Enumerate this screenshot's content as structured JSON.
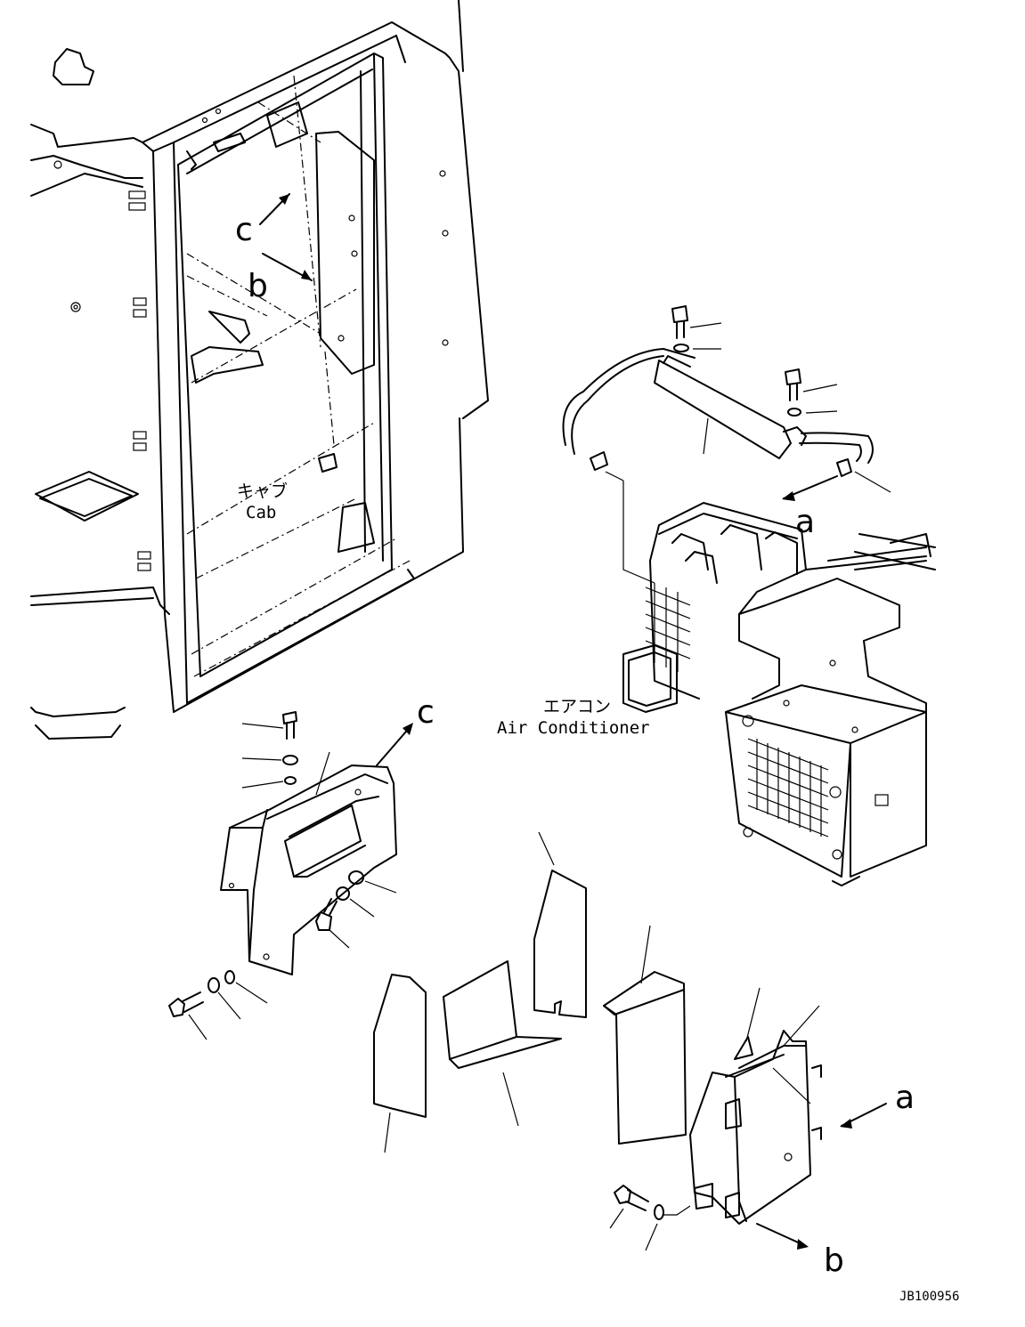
{
  "diagram": {
    "drawing_code": "JB100956",
    "components": {
      "cab": {
        "label_jp": "キャブ",
        "label_en": "Cab"
      },
      "air_conditioner": {
        "label_jp": "エアコン",
        "label_en": "Air Conditioner"
      }
    },
    "callouts": {
      "a": "a",
      "b": "b",
      "c": "c"
    }
  }
}
